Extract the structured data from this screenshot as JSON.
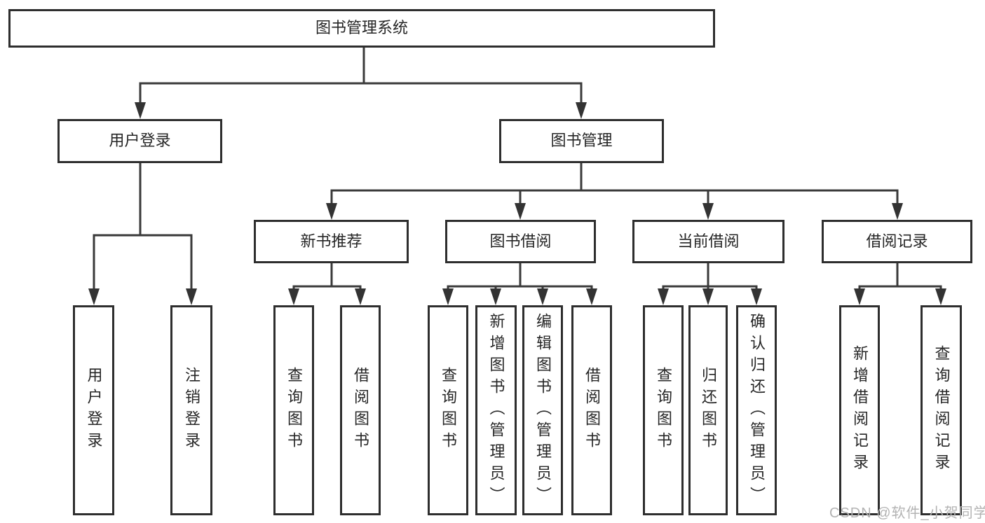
{
  "nodes": {
    "root": {
      "label": "图书管理系统"
    },
    "user_login": {
      "label": "用户登录"
    },
    "book_mgmt": {
      "label": "图书管理"
    },
    "new_book_rec": {
      "label": "新书推荐"
    },
    "book_borrow": {
      "label": "图书借阅"
    },
    "current_borrow": {
      "label": "当前借阅"
    },
    "borrow_record": {
      "label": "借阅记录"
    },
    "leaf_user_login": {
      "label": "用户登录"
    },
    "leaf_logout": {
      "label": "注销登录"
    },
    "leaf_query_book_a": {
      "label": "查询图书"
    },
    "leaf_borrow_book_a": {
      "label": "借阅图书"
    },
    "leaf_query_book_b": {
      "label": "查询图书"
    },
    "leaf_add_book": {
      "label": "新增图书（管理员）"
    },
    "leaf_edit_book": {
      "label": "编辑图书（管理员）"
    },
    "leaf_borrow_book_b": {
      "label": "借阅图书"
    },
    "leaf_query_book_c": {
      "label": "查询图书"
    },
    "leaf_return_book": {
      "label": "归还图书"
    },
    "leaf_confirm_return": {
      "label": "确认归还（管理员）"
    },
    "leaf_add_record": {
      "label": "新增借阅记录"
    },
    "leaf_query_record": {
      "label": "查询借阅记录"
    }
  },
  "watermark": "CSDN @软件_小贺同学",
  "colors": {
    "line": "#3a3a3a",
    "border": "#2e2e2e",
    "text": "#262626",
    "watermark": "#b3b3b3"
  }
}
